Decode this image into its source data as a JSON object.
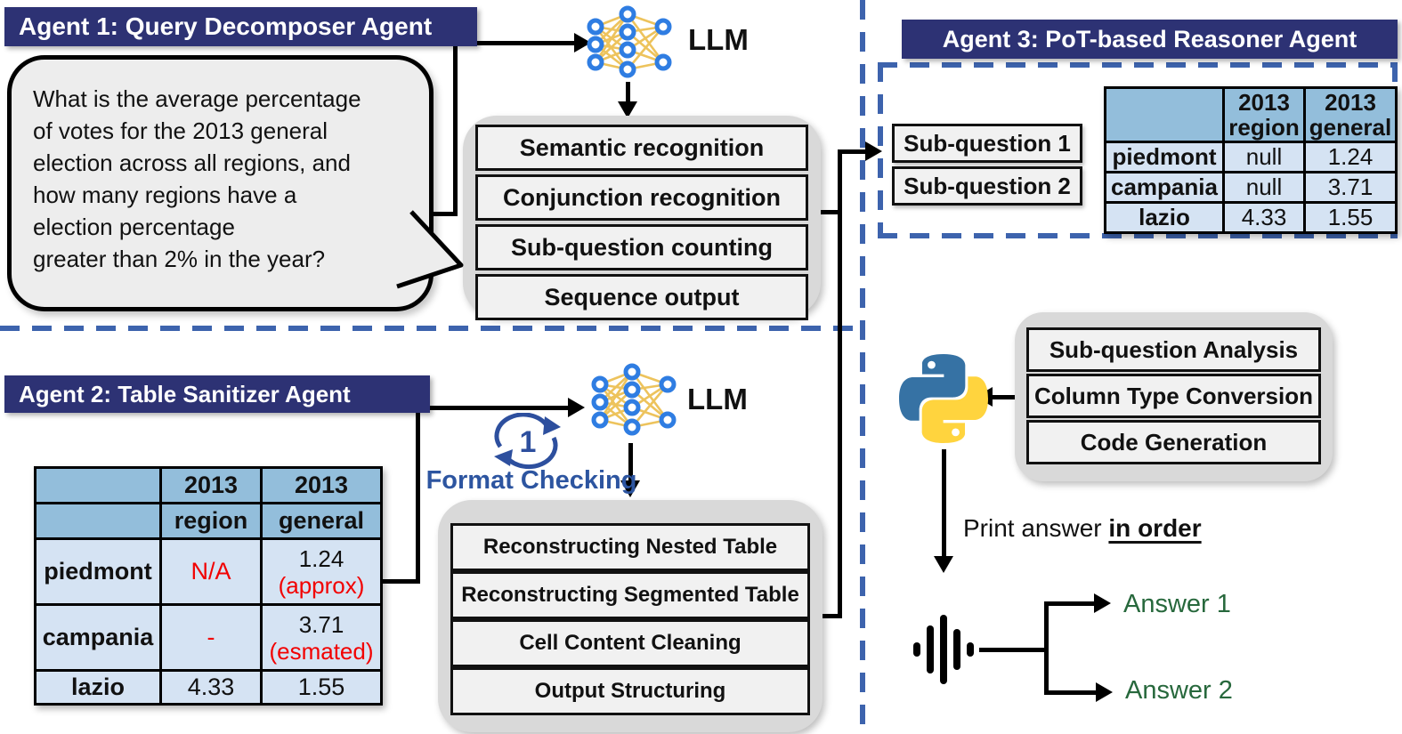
{
  "colors": {
    "navy": "#2d3274",
    "dash-blue": "#3d63ad",
    "loop-blue": "#2d4f9e",
    "format-blue": "#2d55a0",
    "alert-red": "#f20000",
    "answer-green": "#27683c",
    "table-header-blue": "#93bedb",
    "table-row-blue": "#d5e3f3",
    "container-gray": "#d9d9d9",
    "box-gray": "#f1f1f1",
    "bubble-gray": "#ededed",
    "net-node-blue": "#2f7de2",
    "net-edge-yellow": "#edc35c",
    "python-blue": "#3672a4",
    "python-yellow": "#ffd43e"
  },
  "agent1": {
    "title": "Agent 1: Query Decomposer Agent",
    "question_lines": [
      "What is the average percentage",
      "of votes for the 2013 general",
      "election across all regions, and",
      "how many regions have a",
      "election percentage",
      "greater than 2% in the year?"
    ],
    "llm_label": "LLM",
    "steps": [
      "Semantic recognition",
      "Conjunction recognition",
      "Sub-question counting",
      "Sequence output"
    ]
  },
  "agent2": {
    "title": "Agent 2: Table Sanitizer Agent",
    "format_checking": {
      "label": "Format Checking",
      "iteration": "1"
    },
    "llm_label": "LLM",
    "steps": [
      "Reconstructing Nested Table",
      "Reconstructing Segmented Table",
      "Cell Content Cleaning",
      "Output Structuring"
    ],
    "table": {
      "header_rows": [
        [
          "",
          "2013",
          "2013"
        ],
        [
          "",
          "region",
          "general"
        ]
      ],
      "rows": [
        {
          "label": "piedmont",
          "col1": "N/A",
          "col2": "1.24",
          "col2_note": "(approx)"
        },
        {
          "label": "campania",
          "col1": "-",
          "col2": "3.71",
          "col2_note": "(esmated)"
        },
        {
          "label": "lazio",
          "col1": "4.33",
          "col2": "1.55"
        }
      ]
    }
  },
  "agent3": {
    "title": "Agent 3: PoT-based Reasoner Agent",
    "subquestions": [
      "Sub-question 1",
      "Sub-question 2"
    ],
    "table": {
      "col_headers": [
        {
          "line1": "2013",
          "line2": "region"
        },
        {
          "line1": "2013",
          "line2": "general"
        }
      ],
      "rows": [
        {
          "label": "piedmont",
          "region": "null",
          "general": "1.24"
        },
        {
          "label": "campania",
          "region": "null",
          "general": "3.71"
        },
        {
          "label": "lazio",
          "region": "4.33",
          "general": "1.55"
        }
      ]
    },
    "steps": [
      "Sub-question Analysis",
      "Column Type Conversion",
      "Code Generation"
    ],
    "print_answer_prefix": "Print answer ",
    "print_answer_emphasis": "in order",
    "answers": [
      "Answer 1",
      "Answer 2"
    ]
  }
}
